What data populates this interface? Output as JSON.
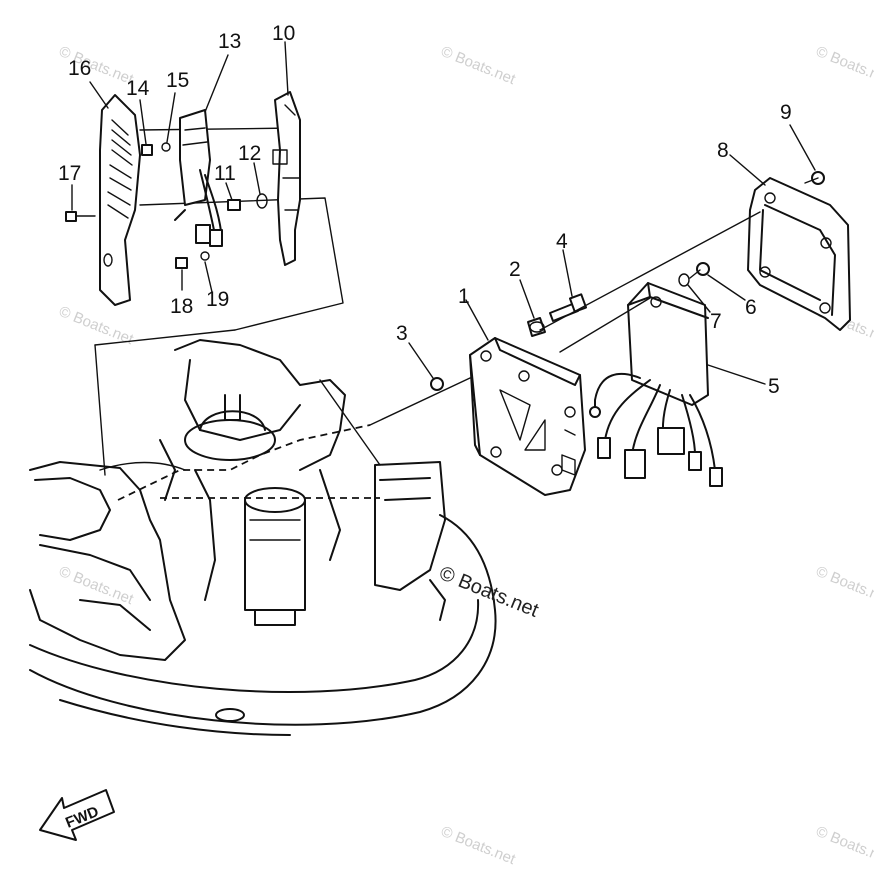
{
  "callouts": [
    {
      "id": "1",
      "label": "1"
    },
    {
      "id": "2",
      "label": "2"
    },
    {
      "id": "3",
      "label": "3"
    },
    {
      "id": "4",
      "label": "4"
    },
    {
      "id": "5",
      "label": "5"
    },
    {
      "id": "6",
      "label": "6"
    },
    {
      "id": "7",
      "label": "7"
    },
    {
      "id": "8",
      "label": "8"
    },
    {
      "id": "9",
      "label": "9"
    },
    {
      "id": "10",
      "label": "10"
    },
    {
      "id": "11",
      "label": "11"
    },
    {
      "id": "12",
      "label": "12"
    },
    {
      "id": "13",
      "label": "13"
    },
    {
      "id": "14",
      "label": "14"
    },
    {
      "id": "15",
      "label": "15"
    },
    {
      "id": "16",
      "label": "16"
    },
    {
      "id": "17",
      "label": "17"
    },
    {
      "id": "18",
      "label": "18"
    },
    {
      "id": "19",
      "label": "19"
    }
  ],
  "watermark": {
    "main": "© Boats.net",
    "faint": "© Boats.net"
  },
  "fwd_label": "FWD"
}
